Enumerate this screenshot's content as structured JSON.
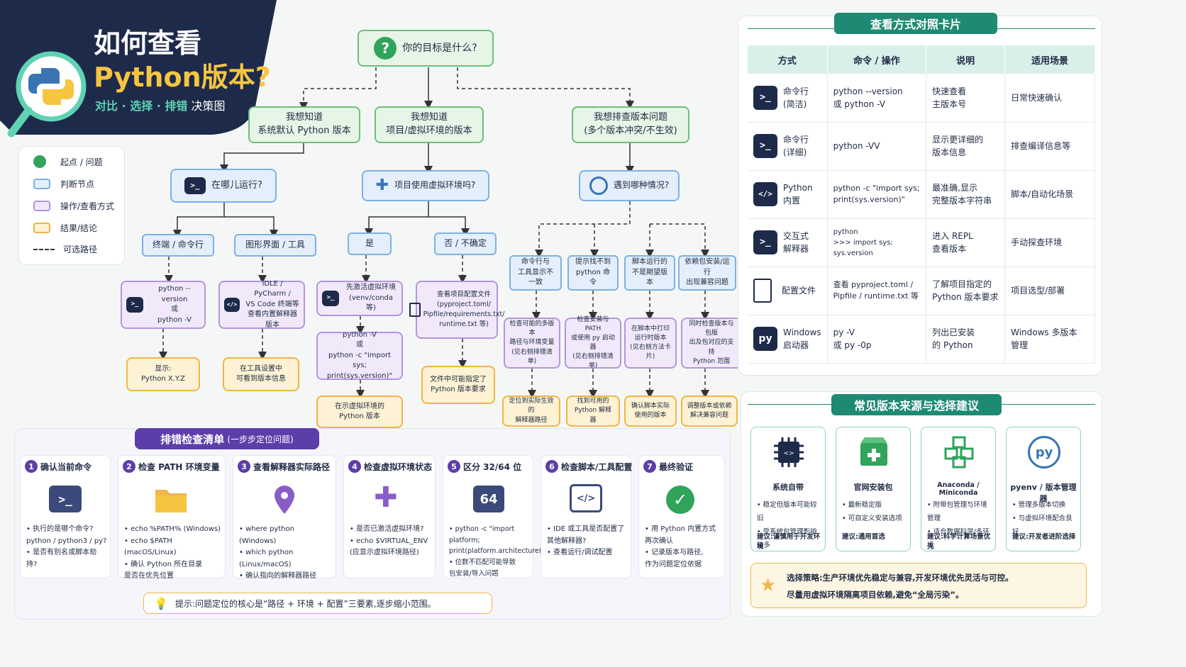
{
  "banner": {
    "title1": "如何查看",
    "title2": "Python版本?",
    "sub_a": "对比 · 选择 · 排错",
    "sub_b": " 决策图"
  },
  "legend": [
    {
      "label": "起点 / 问题"
    },
    {
      "label": "判断节点"
    },
    {
      "label": "操作/查看方式"
    },
    {
      "label": "结果/结论"
    },
    {
      "label": "可选路径"
    }
  ],
  "flow": {
    "root": "你的目标是什么?",
    "g1": "我想知道\n系统默认 Python 版本",
    "g2": "我想知道\n项目/虚拟环境的版本",
    "g3": "我想排查版本问题\n(多个版本冲突/不生效)",
    "q1": "在哪儿运行?",
    "q2": "项目使用虚拟环境吗?",
    "q3": "遇到哪种情况?",
    "a1": "终端 / 命令行",
    "a2": "图形界面 / 工具",
    "a3": "是",
    "a4": "否 / 不确定",
    "c1": "命令行与\n工具显示不一致",
    "c2": "提示找不到\npython 命令",
    "c3": "脚本运行的\n不是期望版本",
    "c4": "依赖包安装/运行\n出现兼容问题",
    "p1": "python --version\n或\npython -V",
    "p2": "IDLE / PyCharm /\nVS Code 终端等\n查看内置解释器版本",
    "p3": "先激活虚拟环境\n(venv/conda 等)",
    "p3b": "python -V\n或\npython -c \"import sys;\nprint(sys.version)\"",
    "p4": "查看项目配置文件\n(pyproject.toml/\nPipfile/requirements.txt/\nruntime.txt 等)",
    "p5": "检查可能的多版本\n路径与环境变量\n(见右侧排错清单)",
    "p6": "检查安装与 PATH\n或使用 py 启动器\n(见右侧排错清单)",
    "p7": "在脚本中打印\n运行时版本\n(见右侧方法卡片)",
    "p8": "同时检查版本与包版\n出及包对应的支持\nPython 范围",
    "r1": "显示:\nPython X.Y.Z",
    "r2": "在工具设置中\n可看到版本信息",
    "r3": "在示虚拟环境的\nPython 版本",
    "r4": "文件中可能指定了\nPython 版本要求",
    "r5": "定位到实际生效的\n解释器路径",
    "r6": "找到可用的\nPython 解释器",
    "r7": "确认脚本实际\n使用的版本",
    "r8": "调整版本或依赖\n解决兼容问题"
  },
  "checklist": {
    "title": "排错检查清单",
    "title_sub": "(一步步定位问题)",
    "steps": [
      {
        "n": "1",
        "title": "确认当前命令",
        "bullets": "• 执行的是哪个命令?\n  python / python3 / py?\n• 是否有别名或脚本劫持?"
      },
      {
        "n": "2",
        "title": "检查 PATH 环境变量",
        "bullets": "• echo %PATH% (Windows)\n• echo $PATH (macOS/Linux)\n• 确认 Python 所在目录\n  是否在优先位置"
      },
      {
        "n": "3",
        "title": "查看解释器实际路径",
        "bullets": "• where python (Windows)\n• which python (Linux/macOS)\n• 确认指向的解释器路径"
      },
      {
        "n": "4",
        "title": "检查虚拟环境状态",
        "bullets": "• 是否已激活虚拟环境?\n• echo $VIRTUAL_ENV\n  (应显示虚拟环境路径)"
      },
      {
        "n": "5",
        "title": "区分 32/64 位",
        "bullets": "• python -c \"import platform;\n  print(platform.architecture())\"\n• 位数不匹配可能导致\n  包安装/导入问题"
      },
      {
        "n": "6",
        "title": "检查脚本/工具配置",
        "bullets": "• IDE 或工具是否配置了\n  其他解释器?\n• 查看运行/调试配置"
      },
      {
        "n": "7",
        "title": "最终验证",
        "bullets": "• 用 Python 内置方式再次确认\n• 记录版本与路径,\n  作为问题定位依据"
      }
    ],
    "badge64": "64",
    "tip": "提示:问题定位的核心是“路径 + 环境 + 配置”三要素,逐步缩小范围。"
  },
  "compare": {
    "title": "查看方式对照卡片",
    "headers": [
      "方式",
      "命令 / 操作",
      "说明",
      "适用场景"
    ],
    "rows": [
      {
        "icon": ">_",
        "method": "命令行\n(简洁)",
        "cmd": "python --version\n或 python -V",
        "desc": "快速查看\n主版本号",
        "scene": "日常快速确认"
      },
      {
        "icon": ">_",
        "method": "命令行\n(详细)",
        "cmd": "python -VV",
        "desc": "显示更详细的\n版本信息",
        "scene": "排查编译信息等"
      },
      {
        "icon": "</>",
        "method": "Python\n内置",
        "cmd": "python -c \"import sys;\nprint(sys.version)\"",
        "desc": "最准确,显示\n完整版本字符串",
        "scene": "脚本/自动化场景"
      },
      {
        "icon": ">_",
        "method": "交互式\n解释器",
        "cmd": "python\n>>> import sys; sys.version",
        "desc": "进入 REPL\n查看版本",
        "scene": "手动探查环境"
      },
      {
        "icon": "doc",
        "method": "配置文件",
        "cmd": "查看 pyproject.toml /\nPipfile / runtime.txt 等",
        "desc": "了解项目指定的\nPython 版本要求",
        "scene": "项目选型/部署"
      },
      {
        "icon": "py",
        "method": "Windows\n启动器",
        "cmd": "py -V\n或 py -0p",
        "desc": "列出已安装\n的 Python",
        "scene": "Windows 多版本\n管理"
      }
    ]
  },
  "sources": {
    "title": "常见版本来源与选择建议",
    "cards": [
      {
        "name": "系统自带",
        "bullets": "• 稳定但版本可能较旧\n• 受系统包管理影响较多",
        "advice": "建议:谨慎用于开发环境"
      },
      {
        "name": "官网安装包",
        "bullets": "• 最新稳定版\n• 可自定义安装选项",
        "advice": "建议:通用首选"
      },
      {
        "name": "Anaconda / Miniconda",
        "bullets": "• 附带包管理与环境管理\n• 适合数据科学/多环境",
        "advice": "建议:科学计算场景优先"
      },
      {
        "name": "pyenv / 版本管理器",
        "bullets": "• 管理多版本切换\n• 与虚拟环境配合良好",
        "advice": "建议:开发者进阶选择"
      }
    ],
    "strategy1": "选择策略:生产环境优先稳定与兼容,开发环境优先灵活与可控。",
    "strategy2": "尽量用虚拟环境隔离项目依赖,避免“全局污染”。"
  },
  "colors": {
    "teal": "#1f8a74",
    "purple": "#5d3ea8",
    "navy": "#1d2a4a"
  }
}
